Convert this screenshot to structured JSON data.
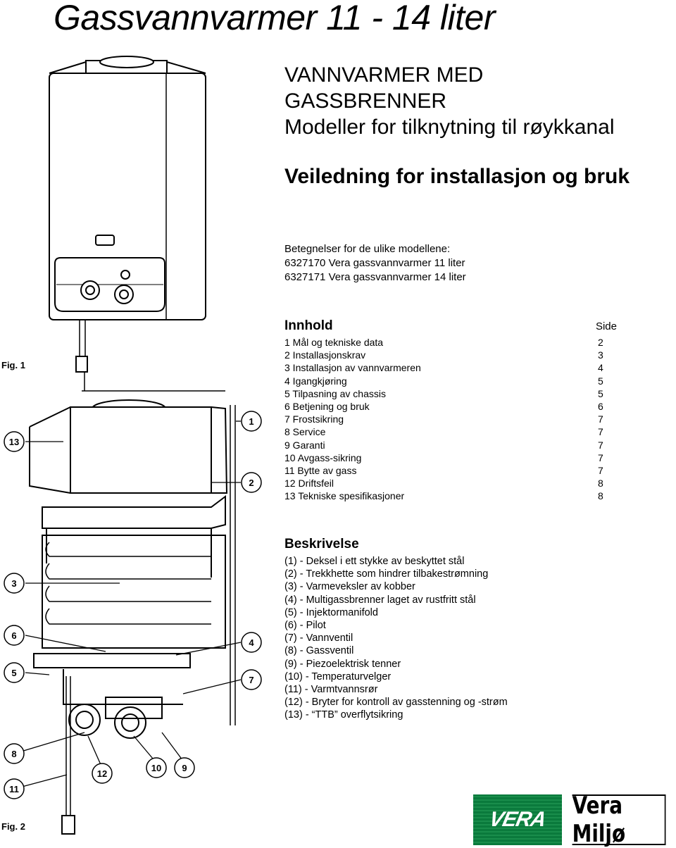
{
  "header": {
    "title": "Gassvannvarmer 11 - 14 liter"
  },
  "headline": {
    "line1": "VANNVARMER MED",
    "line2": "GASSBRENNER",
    "line3": "Modeller for tilknytning til røykkanal"
  },
  "guide": {
    "title": "Veiledning for installasjon og bruk"
  },
  "models": {
    "intro": "Betegnelser for de ulike modellene:",
    "items": [
      "6327170 Vera gassvannvarmer 11 liter",
      "6327171 Vera gassvannvarmer 14 liter"
    ]
  },
  "toc": {
    "title": "Innhold",
    "side_label": "Side",
    "rows": [
      {
        "label": "1 Mål og tekniske data",
        "page": "2"
      },
      {
        "label": "2 Installasjonskrav",
        "page": "3"
      },
      {
        "label": "3 Installasjon av vannvarmeren",
        "page": "4"
      },
      {
        "label": "4 Igangkjøring",
        "page": "5"
      },
      {
        "label": "5 Tilpasning av chassis",
        "page": "5"
      },
      {
        "label": "6 Betjening og bruk",
        "page": "6"
      },
      {
        "label": "7 Frostsikring",
        "page": "7"
      },
      {
        "label": "8 Service",
        "page": "7"
      },
      {
        "label": "9 Garanti",
        "page": "7"
      },
      {
        "label": "10 Avgass-sikring",
        "page": "7"
      },
      {
        "label": "11 Bytte av gass",
        "page": "7"
      },
      {
        "label": "12 Driftsfeil",
        "page": "8"
      },
      {
        "label": "13 Tekniske spesifikasjoner",
        "page": "8"
      }
    ]
  },
  "description": {
    "title": "Beskrivelse",
    "items": [
      "(1) - Deksel i ett stykke av beskyttet stål",
      "(2) - Trekkhette som hindrer tilbakestrømning",
      "(3) - Varmeveksler av kobber",
      "(4) - Multigassbrenner laget av rustfritt stål",
      "(5) - Injektormanifold",
      "(6) - Pilot",
      "(7) - Vannventil",
      "(8) - Gassventil",
      "(9) - Piezoelektrisk tenner",
      "(10) - Temperaturvelger",
      "(11) - Varmtvannsrør",
      "(12) - Bryter for kontroll av gasstenning og -strøm",
      "(13) - “TTB” overflytsikring"
    ]
  },
  "figures": {
    "fig1_label": "Fig. 1",
    "fig2_label": "Fig. 2",
    "callouts": [
      "1",
      "2",
      "3",
      "4",
      "5",
      "6",
      "7",
      "8",
      "9",
      "10",
      "11",
      "12",
      "13"
    ]
  },
  "logo": {
    "mark": "VERA",
    "text": "Vera Miljø",
    "color": "#0a7a3c"
  }
}
